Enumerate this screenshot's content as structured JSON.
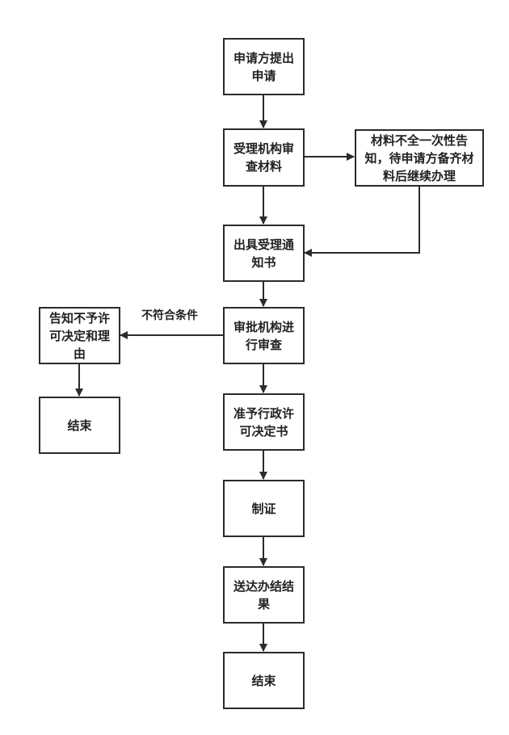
{
  "diagram": {
    "type": "flowchart",
    "line_color": "#2b2b2b",
    "nodes": {
      "apply": {
        "label": "申请方提出申请"
      },
      "review_materials": {
        "label": "受理机构审查材料"
      },
      "incomplete_notice": {
        "label": "材料不全一次性告知，待申请方备齐材料后继续办理"
      },
      "acceptance_notice": {
        "label": "出具受理通知书"
      },
      "approval_review": {
        "label": "审批机构进行审查"
      },
      "rejection_notice": {
        "label": "告知不予许可决定和理由"
      },
      "end_rejected": {
        "label": "结束"
      },
      "approval_decision": {
        "label": "准予行政许可决定书"
      },
      "certificate": {
        "label": "制证"
      },
      "deliver_result": {
        "label": "送达办结结果"
      },
      "end_final": {
        "label": "结束"
      }
    },
    "edges": [
      {
        "from": "apply",
        "to": "review_materials",
        "label": ""
      },
      {
        "from": "review_materials",
        "to": "incomplete_notice",
        "label": ""
      },
      {
        "from": "incomplete_notice",
        "to": "acceptance_notice",
        "label": ""
      },
      {
        "from": "review_materials",
        "to": "acceptance_notice",
        "label": ""
      },
      {
        "from": "acceptance_notice",
        "to": "approval_review",
        "label": ""
      },
      {
        "from": "approval_review",
        "to": "rejection_notice",
        "label": "不符合条件"
      },
      {
        "from": "rejection_notice",
        "to": "end_rejected",
        "label": ""
      },
      {
        "from": "approval_review",
        "to": "approval_decision",
        "label": ""
      },
      {
        "from": "approval_decision",
        "to": "certificate",
        "label": ""
      },
      {
        "from": "certificate",
        "to": "deliver_result",
        "label": ""
      },
      {
        "from": "deliver_result",
        "to": "end_final",
        "label": ""
      }
    ],
    "edge_labels": {
      "not_qualified": "不符合条件"
    }
  }
}
